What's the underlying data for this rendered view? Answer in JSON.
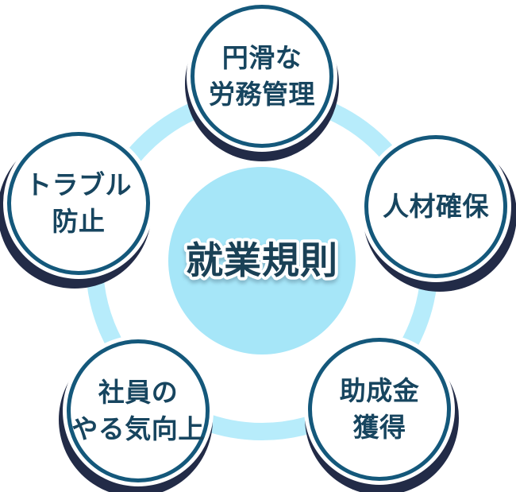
{
  "diagram": {
    "center_label": "就業規則",
    "nodes": [
      {
        "name": "smooth-labor-management",
        "label": "円滑な\n労務管理"
      },
      {
        "name": "securing-talent",
        "label": "人材確保"
      },
      {
        "name": "subsidy-acquisition",
        "label": "助成金\n獲得"
      },
      {
        "name": "employee-motivation",
        "label": "社員の\nやる気向上"
      },
      {
        "name": "trouble-prevention",
        "label": "トラブル\n防止"
      }
    ],
    "colors": {
      "center_circle_fill": "#a6e6f8",
      "ring": "#b7ecfb",
      "node_border": "#14587b",
      "node_shadow": "#222b47",
      "text": "#17455f",
      "center_text": "#1a4156"
    }
  }
}
